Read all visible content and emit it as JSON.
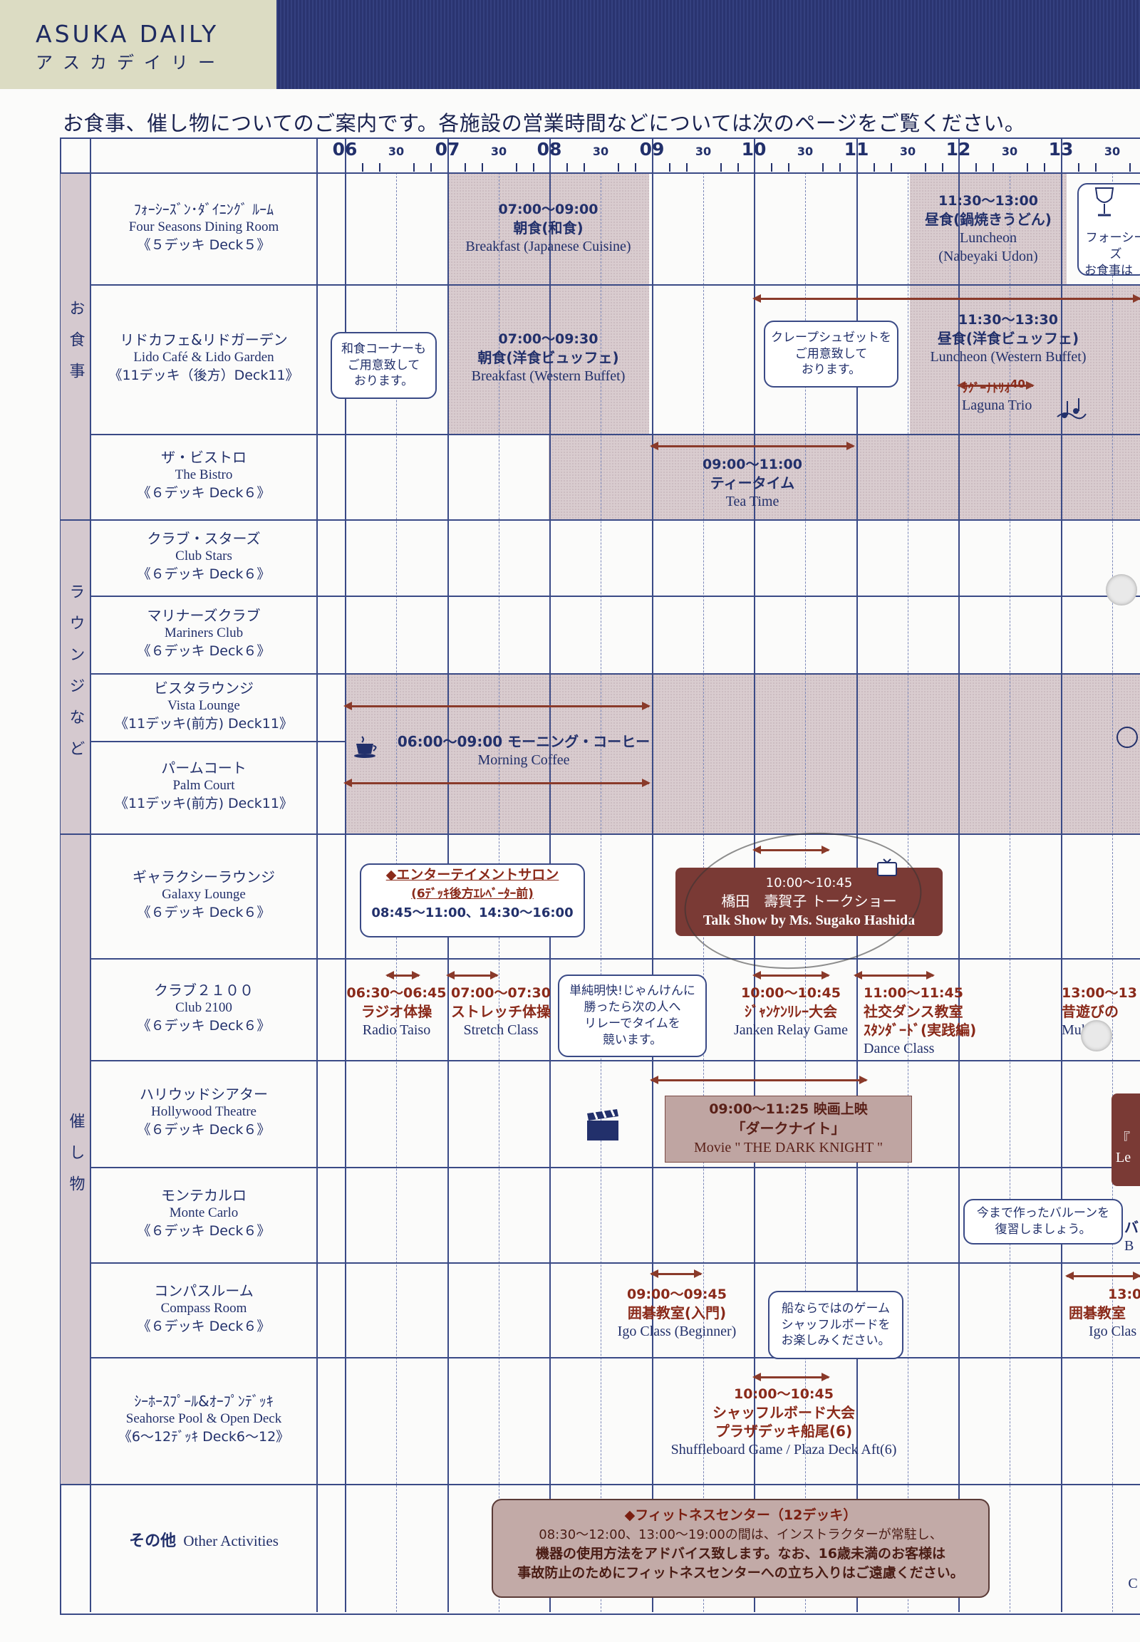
{
  "header": {
    "brand_en": "ASUKA DAILY",
    "brand_ja": "アスカデイリー",
    "intro": "お食事、催し物についてのご案内です。各施設の営業時間などについては次のページをご覧ください。"
  },
  "timeline": {
    "hours": [
      "06",
      "07",
      "08",
      "09",
      "10",
      "11",
      "12",
      "13"
    ],
    "half": "30"
  },
  "groups": {
    "dining": "お食事",
    "lounge": "ラウンジなど",
    "events": "催し物"
  },
  "venues": [
    {
      "ja": "ﾌｫｰｼｰｽﾞﾝ･ﾀﾞｲﾆﾝｸﾞ ﾙｰﾑ",
      "en": "Four Seasons Dining Room",
      "deck": "《５デッキ Deck５》"
    },
    {
      "ja": "リドカフェ&リドガーデン",
      "en": "Lido Café & Lido Garden",
      "deck": "《11デッキ（後方）Deck11》"
    },
    {
      "ja": "ザ・ビストロ",
      "en": "The Bistro",
      "deck": "《６デッキ Deck６》"
    },
    {
      "ja": "クラブ・スターズ",
      "en": "Club Stars",
      "deck": "《６デッキ Deck６》"
    },
    {
      "ja": "マリナーズクラブ",
      "en": "Mariners Club",
      "deck": "《６デッキ Deck６》"
    },
    {
      "ja": "ビスタラウンジ",
      "en": "Vista Lounge",
      "deck": "《11デッキ(前方) Deck11》"
    },
    {
      "ja": "パームコート",
      "en": "Palm Court",
      "deck": "《11デッキ(前方) Deck11》"
    },
    {
      "ja": "ギャラクシーラウンジ",
      "en": "Galaxy Lounge",
      "deck": "《６デッキ Deck６》"
    },
    {
      "ja": "クラブ２１００",
      "en": "Club 2100",
      "deck": "《６デッキ Deck６》"
    },
    {
      "ja": "ハリウッドシアター",
      "en": "Hollywood Theatre",
      "deck": "《６デッキ Deck６》"
    },
    {
      "ja": "モンテカルロ",
      "en": "Monte Carlo",
      "deck": "《６デッキ Deck６》"
    },
    {
      "ja": "コンパスルーム",
      "en": "Compass Room",
      "deck": "《６デッキ Deck６》"
    },
    {
      "ja": "ｼｰﾎｰｽﾌﾟｰﾙ&ｵｰﾌﾟﾝﾃﾞｯｷ",
      "en": "Seahorse Pool & Open Deck",
      "deck": "《6〜12ﾃﾞｯｷ Deck6〜12》"
    }
  ],
  "other": {
    "ja": "その他",
    "en": "Other Activities"
  },
  "events": {
    "fs_breakfast": {
      "time": "07:00〜09:00",
      "ja": "朝食(和食)",
      "en": "Breakfast (Japanese Cuisine)"
    },
    "fs_lunch": {
      "time": "11:30〜13:00",
      "ja": "昼食(鍋焼きうどん)",
      "en1": "Luncheon",
      "en2": "(Nabeyaki Udon)"
    },
    "fs_right": {
      "l1": "フォーシーズ",
      "l2": "お食事は"
    },
    "lido_bubble": {
      "l1": "和食コーナーも",
      "l2": "ご用意致して",
      "l3": "おります。"
    },
    "lido_breakfast": {
      "time": "07:00〜09:30",
      "ja": "朝食(洋食ビュッフェ)",
      "en": "Breakfast (Western Buffet)"
    },
    "lido_crepe": {
      "l1": "クレープシュゼットを",
      "l2": "ご用意致して",
      "l3": "おります。"
    },
    "lido_lunch": {
      "time": "11:30〜13:30",
      "ja": "昼食(洋食ビュッフェ)",
      "en": "Luncheon (Western Buffet)"
    },
    "laguna": {
      "ja": "ﾗｸﾞｰﾅﾄﾘｵ",
      "num": "40",
      "en": "Laguna Trio"
    },
    "tea": {
      "time": "09:00〜11:00",
      "ja": "ティータイム",
      "en": "Tea Time"
    },
    "coffee": {
      "time": "06:00〜09:00 モーニング・コーヒー",
      "en": "Morning  Coffee"
    },
    "ent": {
      "l1": "◆エンターテイメントサロン",
      "l2": "(6ﾃﾞｯｷ後方ｴﾚﾍﾞｰﾀｰ前)",
      "l3": "08:45〜11:00、14:30〜16:00"
    },
    "talk": {
      "time": "10:00〜10:45",
      "ja": "橋田　壽賀子 トークショー",
      "en": "Talk Show by Ms. Sugako Hashida"
    },
    "radio": {
      "time": "06:30〜06:45",
      "ja": "ラジオ体操",
      "en": "Radio Taiso"
    },
    "stretch": {
      "time": "07:00〜07:30",
      "ja": "ストレッチ体操",
      "en": "Stretch Class"
    },
    "janken_bubble": {
      "l1": "単純明快!じゃんけんに",
      "l2": "勝ったら次の人へ",
      "l3": "リレーでタイムを",
      "l4": "競います。"
    },
    "janken": {
      "time": "10:00〜10:45",
      "ja": "ｼﾞｬﾝｹﾝﾘﾚｰ大会",
      "en": "Janken Relay Game"
    },
    "dance": {
      "time": "11:00〜11:45",
      "ja1": "社交ダンス教室",
      "ja2": "ｽﾀﾝﾀﾞｰﾄﾞ(実践編)",
      "en": "Dance Class"
    },
    "mukashi": {
      "time": "13:00〜13",
      "ja": "昔遊びの",
      "en": "Mukash"
    },
    "movie": {
      "l1": "09:00〜11:25 映画上映",
      "l2": "「ダークナイト」",
      "l3": "Movie \" THE DARK KNIGHT \""
    },
    "theatre_right": {
      "l1": "『",
      "l2": "Le"
    },
    "balloon": {
      "l1": "今まで作ったバルーンを",
      "l2": "復習しましょう。"
    },
    "balloon_right": {
      "l1": "バ",
      "l2": "B"
    },
    "igo": {
      "time": "09:00〜09:45",
      "ja": "囲碁教室(入門)",
      "en": "Igo Class (Beginner)"
    },
    "igo_right": {
      "time": "13:0",
      "ja": "囲碁教室",
      "en": "Igo Clas"
    },
    "shuffle_bubble": {
      "l1": "船ならではのゲーム",
      "l2": "シャッフルボードを",
      "l3": "お楽しみください。"
    },
    "shuffle": {
      "time": "10:00〜10:45",
      "ja1": "シャッフルボード大会",
      "ja2": "プラザデッキ船尾(6)",
      "en": "Shuffleboard Game / Plaza Deck Aft(6)"
    },
    "fitness": {
      "l1": "◆フィットネスセンター（12デッキ）",
      "l2": "08:30〜12:00、13:00〜19:00の間は、インストラクターが常駐し、",
      "l3": "機器の使用方法をアドバイス致します。なお、16歳未満のお客様は",
      "l4": "事故防止のためにフィットネスセンターへの立ち入りはご遠慮ください。"
    },
    "other_right": "C"
  }
}
